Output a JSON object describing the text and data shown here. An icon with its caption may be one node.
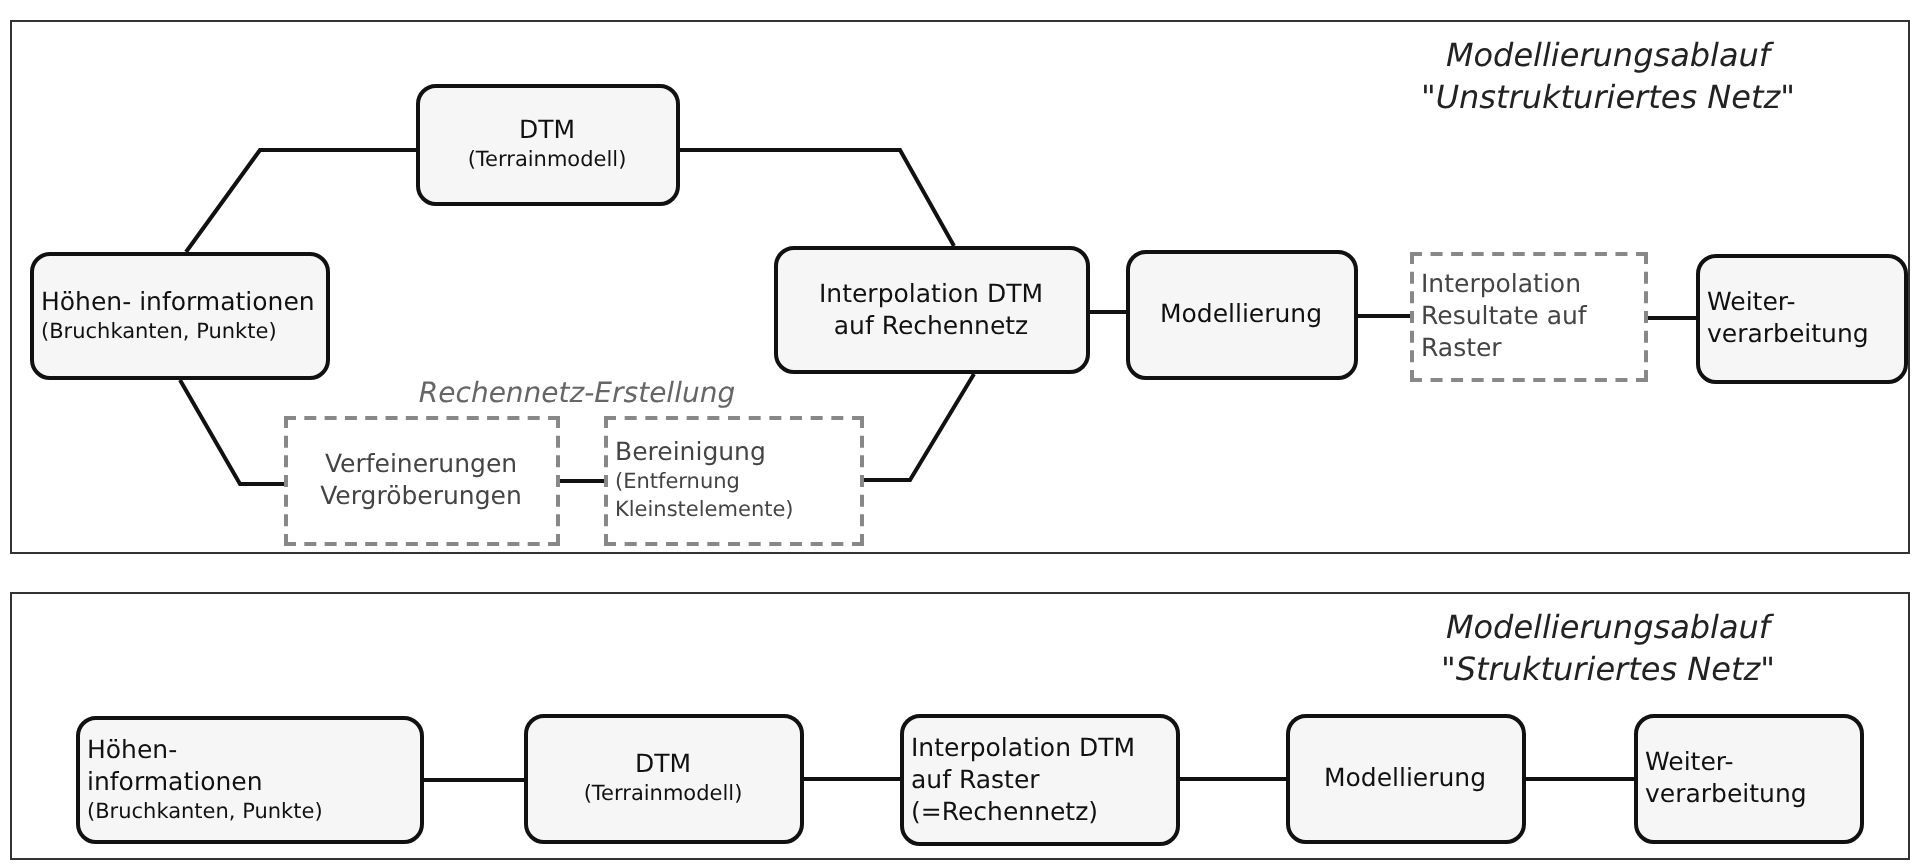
{
  "diagram": {
    "nodes": [
      {
        "text": [
          "Modellierungsablauf \"Unstrukturiertes Netz\""
        ]
      },
      {
        "text": [
          "Höhen- informationen",
          "(Bruchkanten, Punkte)"
        ],
        "in": 0
      },
      {
        "text": [
          "DTM",
          "(Terrainmodell)"
        ],
        "in": 0
      },
      {
        "text": [
          "Verfeinerungen Vergröberungen"
        ],
        "in": 0
      },
      {
        "text": [
          "Bereinigung",
          "(Entfernung Kleinstelemente)"
        ],
        "in": 0
      },
      {
        "text": [
          "Interpolation DTM auf Rechennetz"
        ],
        "in": 0
      },
      {
        "text": [
          "Modellierung"
        ],
        "in": 0
      },
      {
        "text": [
          "Interpolation Resultate auf Raster"
        ],
        "in": 0
      },
      {
        "text": [
          "Weiter- verarbeitung"
        ],
        "in": 0
      },
      {
        "text": [
          "Modellierungsablauf \"Strukturiertes Netz\""
        ]
      },
      {
        "text": [
          "Höhen- informationen",
          "(Bruchkanten, Punkte)"
        ],
        "in": 9
      },
      {
        "text": [
          "DTM",
          "(Terrainmodell)"
        ],
        "in": 9
      },
      {
        "text": [
          "Interpolation DTM auf Raster (=Rechennetz)"
        ],
        "in": 9
      },
      {
        "text": [
          "Modellierung"
        ],
        "in": 9
      },
      {
        "text": [
          "Weiter- verarbeitung"
        ],
        "in": 9
      }
    ],
    "edges": [
      {
        "from": 1,
        "to": 2,
        "arrow": "none"
      },
      {
        "from": 2,
        "to": 5,
        "arrow": "none"
      },
      {
        "from": 1,
        "to": 3,
        "arrow": "none"
      },
      {
        "from": 3,
        "to": 4,
        "arrow": "none"
      },
      {
        "from": 4,
        "to": 5,
        "arrow": "none"
      },
      {
        "from": 5,
        "to": 6,
        "arrow": "none"
      },
      {
        "from": 6,
        "to": 7,
        "arrow": "none"
      },
      {
        "from": 7,
        "to": 8,
        "arrow": "none"
      },
      {
        "from": 10,
        "to": 11,
        "arrow": "none"
      },
      {
        "from": 11,
        "to": 12,
        "arrow": "none"
      },
      {
        "from": 12,
        "to": 13,
        "arrow": "none"
      },
      {
        "from": 13,
        "to": 14,
        "arrow": "none"
      }
    ],
    "labels": [
      "Rechennetz-Erstellung"
    ]
  }
}
